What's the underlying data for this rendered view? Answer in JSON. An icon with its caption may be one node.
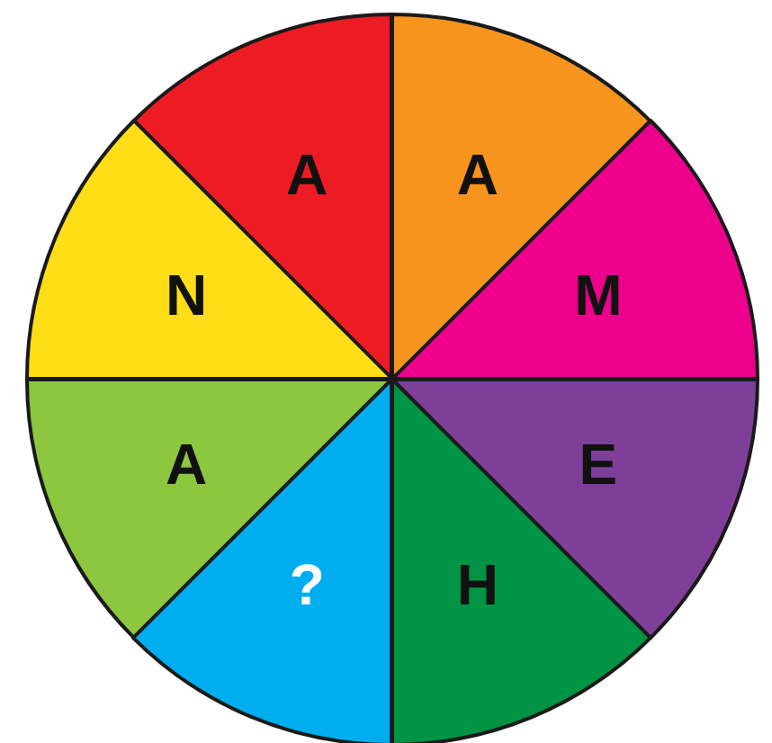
{
  "diagram": {
    "nodes": [
      {
        "text": [
          "A"
        ]
      },
      {
        "text": [
          "A"
        ]
      },
      {
        "text": [
          "N"
        ]
      },
      {
        "text": [
          "M"
        ]
      },
      {
        "text": [
          "A"
        ]
      },
      {
        "text": [
          "E"
        ]
      },
      {
        "text": [
          "?"
        ]
      },
      {
        "text": [
          "H"
        ]
      }
    ]
  }
}
